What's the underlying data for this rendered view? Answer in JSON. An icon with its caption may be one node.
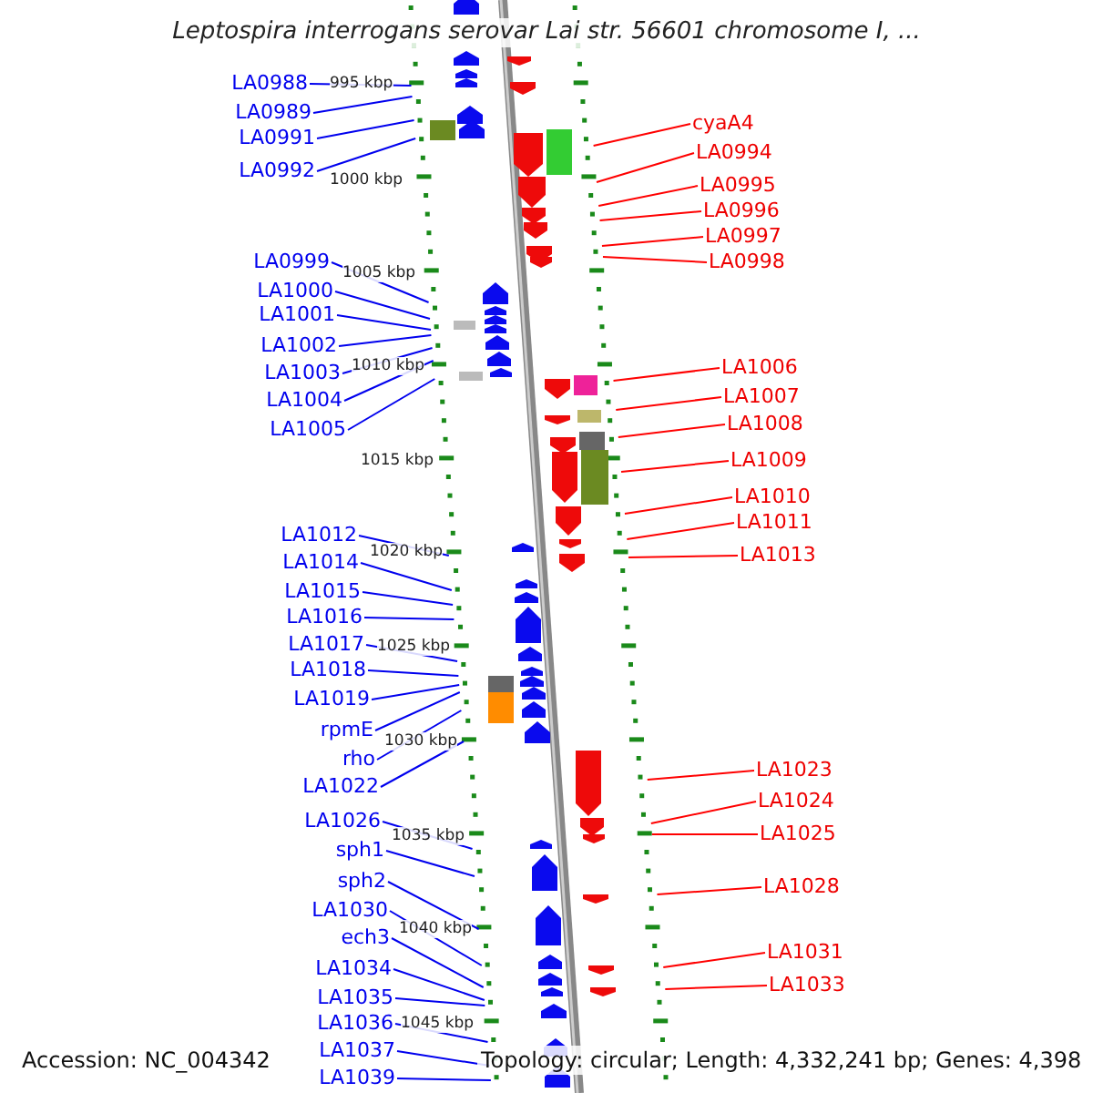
{
  "diagram": {
    "title": "Leptospira interrogans serovar Lai str. 56601 chromosome I, ...",
    "nodes": [
      {
        "text": [
          "LA0988"
        ]
      },
      {
        "text": [
          "LA0989"
        ]
      },
      {
        "text": [
          "LA0991"
        ]
      },
      {
        "text": [
          "LA0992"
        ]
      },
      {
        "text": [
          "LA0999"
        ]
      },
      {
        "text": [
          "LA1000"
        ]
      },
      {
        "text": [
          "LA1001"
        ]
      },
      {
        "text": [
          "LA1002"
        ]
      },
      {
        "text": [
          "LA1003"
        ]
      },
      {
        "text": [
          "LA1004"
        ]
      },
      {
        "text": [
          "LA1005"
        ]
      },
      {
        "text": [
          "LA1012"
        ]
      },
      {
        "text": [
          "LA1014"
        ]
      },
      {
        "text": [
          "LA1015"
        ]
      },
      {
        "text": [
          "LA1016"
        ]
      },
      {
        "text": [
          "LA1017"
        ]
      },
      {
        "text": [
          "LA1018"
        ]
      },
      {
        "text": [
          "LA1019"
        ]
      },
      {
        "text": [
          "rpmE"
        ]
      },
      {
        "text": [
          "rho"
        ]
      },
      {
        "text": [
          "LA1022"
        ]
      },
      {
        "text": [
          "LA1026"
        ]
      },
      {
        "text": [
          "sph1"
        ]
      },
      {
        "text": [
          "sph2"
        ]
      },
      {
        "text": [
          "LA1030"
        ]
      },
      {
        "text": [
          "ech3"
        ]
      },
      {
        "text": [
          "LA1034"
        ]
      },
      {
        "text": [
          "LA1035"
        ]
      },
      {
        "text": [
          "LA1036"
        ]
      },
      {
        "text": [
          "LA1037"
        ]
      },
      {
        "text": [
          "LA1039"
        ]
      },
      {
        "text": [
          "cyaA4"
        ]
      },
      {
        "text": [
          "LA0994"
        ]
      },
      {
        "text": [
          "LA0995"
        ]
      },
      {
        "text": [
          "LA0996"
        ]
      },
      {
        "text": [
          "LA0997"
        ]
      },
      {
        "text": [
          "LA0998"
        ]
      },
      {
        "text": [
          "LA1006"
        ]
      },
      {
        "text": [
          "LA1007"
        ]
      },
      {
        "text": [
          "LA1008"
        ]
      },
      {
        "text": [
          "LA1009"
        ]
      },
      {
        "text": [
          "LA1010"
        ]
      },
      {
        "text": [
          "LA1011"
        ]
      },
      {
        "text": [
          "LA1013"
        ]
      },
      {
        "text": [
          "LA1023"
        ]
      },
      {
        "text": [
          "LA1024"
        ]
      },
      {
        "text": [
          "LA1025"
        ]
      },
      {
        "text": [
          "LA1028"
        ]
      },
      {
        "text": [
          "LA1031"
        ]
      },
      {
        "text": [
          "LA1033"
        ]
      },
      {
        "text": [],
        "shape": "line"
      },
      {
        "text": [],
        "shape": "line"
      }
    ],
    "edges": [
      {
        "from": 0,
        "to": 50,
        "arrow": "none"
      },
      {
        "from": 1,
        "to": 50,
        "arrow": "none"
      },
      {
        "from": 2,
        "to": 50,
        "arrow": "none"
      },
      {
        "from": 3,
        "to": 50,
        "arrow": "none"
      },
      {
        "from": 4,
        "to": 50,
        "arrow": "none"
      },
      {
        "from": 5,
        "to": 50,
        "arrow": "none"
      },
      {
        "from": 6,
        "to": 50,
        "arrow": "none"
      },
      {
        "from": 7,
        "to": 50,
        "arrow": "none"
      },
      {
        "from": 8,
        "to": 50,
        "arrow": "none"
      },
      {
        "from": 9,
        "to": 50,
        "arrow": "none"
      },
      {
        "from": 10,
        "to": 50,
        "arrow": "none"
      },
      {
        "from": 11,
        "to": 50,
        "arrow": "none"
      },
      {
        "from": 12,
        "to": 50,
        "arrow": "none"
      },
      {
        "from": 13,
        "to": 50,
        "arrow": "none"
      },
      {
        "from": 14,
        "to": 50,
        "arrow": "none"
      },
      {
        "from": 15,
        "to": 50,
        "arrow": "none"
      },
      {
        "from": 16,
        "to": 50,
        "arrow": "none"
      },
      {
        "from": 17,
        "to": 50,
        "arrow": "none"
      },
      {
        "from": 18,
        "to": 50,
        "arrow": "none"
      },
      {
        "from": 19,
        "to": 50,
        "arrow": "none"
      },
      {
        "from": 20,
        "to": 50,
        "arrow": "none"
      },
      {
        "from": 21,
        "to": 50,
        "arrow": "none"
      },
      {
        "from": 22,
        "to": 50,
        "arrow": "none"
      },
      {
        "from": 23,
        "to": 50,
        "arrow": "none"
      },
      {
        "from": 24,
        "to": 50,
        "arrow": "none"
      },
      {
        "from": 25,
        "to": 50,
        "arrow": "none"
      },
      {
        "from": 26,
        "to": 50,
        "arrow": "none"
      },
      {
        "from": 27,
        "to": 50,
        "arrow": "none"
      },
      {
        "from": 28,
        "to": 50,
        "arrow": "none"
      },
      {
        "from": 29,
        "to": 50,
        "arrow": "none"
      },
      {
        "from": 30,
        "to": 50,
        "arrow": "none"
      },
      {
        "from": 31,
        "to": 51,
        "arrow": "none",
        "color": "#ff0000"
      },
      {
        "from": 32,
        "to": 51,
        "arrow": "none",
        "color": "#ff0000"
      },
      {
        "from": 33,
        "to": 51,
        "arrow": "none",
        "color": "#ff0000"
      },
      {
        "from": 34,
        "to": 51,
        "arrow": "none",
        "color": "#ff0000"
      },
      {
        "from": 35,
        "to": 51,
        "arrow": "none",
        "color": "#ff0000"
      },
      {
        "from": 36,
        "to": 51,
        "arrow": "none",
        "color": "#ff0000"
      },
      {
        "from": 37,
        "to": 51,
        "arrow": "none",
        "color": "#ff0000"
      },
      {
        "from": 38,
        "to": 51,
        "arrow": "none",
        "color": "#ff0000"
      },
      {
        "from": 39,
        "to": 51,
        "arrow": "none",
        "color": "#ff0000"
      },
      {
        "from": 40,
        "to": 51,
        "arrow": "none",
        "color": "#ff0000"
      },
      {
        "from": 41,
        "to": 51,
        "arrow": "none",
        "color": "#ff0000"
      },
      {
        "from": 42,
        "to": 51,
        "arrow": "none",
        "color": "#ff0000"
      },
      {
        "from": 43,
        "to": 51,
        "arrow": "none",
        "color": "#ff0000"
      },
      {
        "from": 44,
        "to": 51,
        "arrow": "none",
        "color": "#ff0000"
      },
      {
        "from": 45,
        "to": 51,
        "arrow": "none",
        "color": "#ff0000"
      },
      {
        "from": 46,
        "to": 51,
        "arrow": "none",
        "color": "#ff0000"
      },
      {
        "from": 47,
        "to": 51,
        "arrow": "none",
        "color": "#ff0000"
      },
      {
        "from": 48,
        "to": 51,
        "arrow": "none",
        "color": "#ff0000"
      },
      {
        "from": 49,
        "to": 51,
        "arrow": "none",
        "color": "#ff0000"
      }
    ],
    "labels": [
      "995 kbp",
      "1000 kbp",
      "1005 kbp",
      "1010 kbp",
      "1015 kbp",
      "1020 kbp",
      "1025 kbp",
      "1030 kbp",
      "1035 kbp",
      "1040 kbp",
      "1045 kbp",
      "Accession: NC_004342",
      "Topology: circular; Length: 4,332,241 bp; Genes: 4,398"
    ]
  }
}
